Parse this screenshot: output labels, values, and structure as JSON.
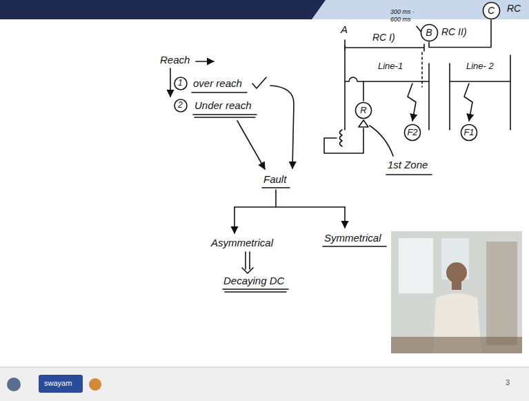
{
  "diagram": {
    "nodes": [
      {
        "text": [
          "B"
        ]
      },
      {
        "text": [
          "C"
        ]
      },
      {
        "text": [
          "R"
        ]
      },
      {
        "text": [
          "F2"
        ]
      },
      {
        "text": [
          "F1"
        ]
      }
    ],
    "edges": [
      {
        "from": 0,
        "to": 1,
        "arrow": "none"
      }
    ],
    "labels": [
      "Reach",
      "1",
      "over reach",
      "2",
      "Under reach",
      "Fault",
      "Asymmetrical",
      "Symmetrical",
      "Decaying DC",
      "A",
      "RC I)",
      "300 ms - 600 ms",
      "RC II)",
      "RC",
      "Line-1",
      "Line- 2",
      "1st Zone",
      "swayam",
      "3"
    ]
  }
}
